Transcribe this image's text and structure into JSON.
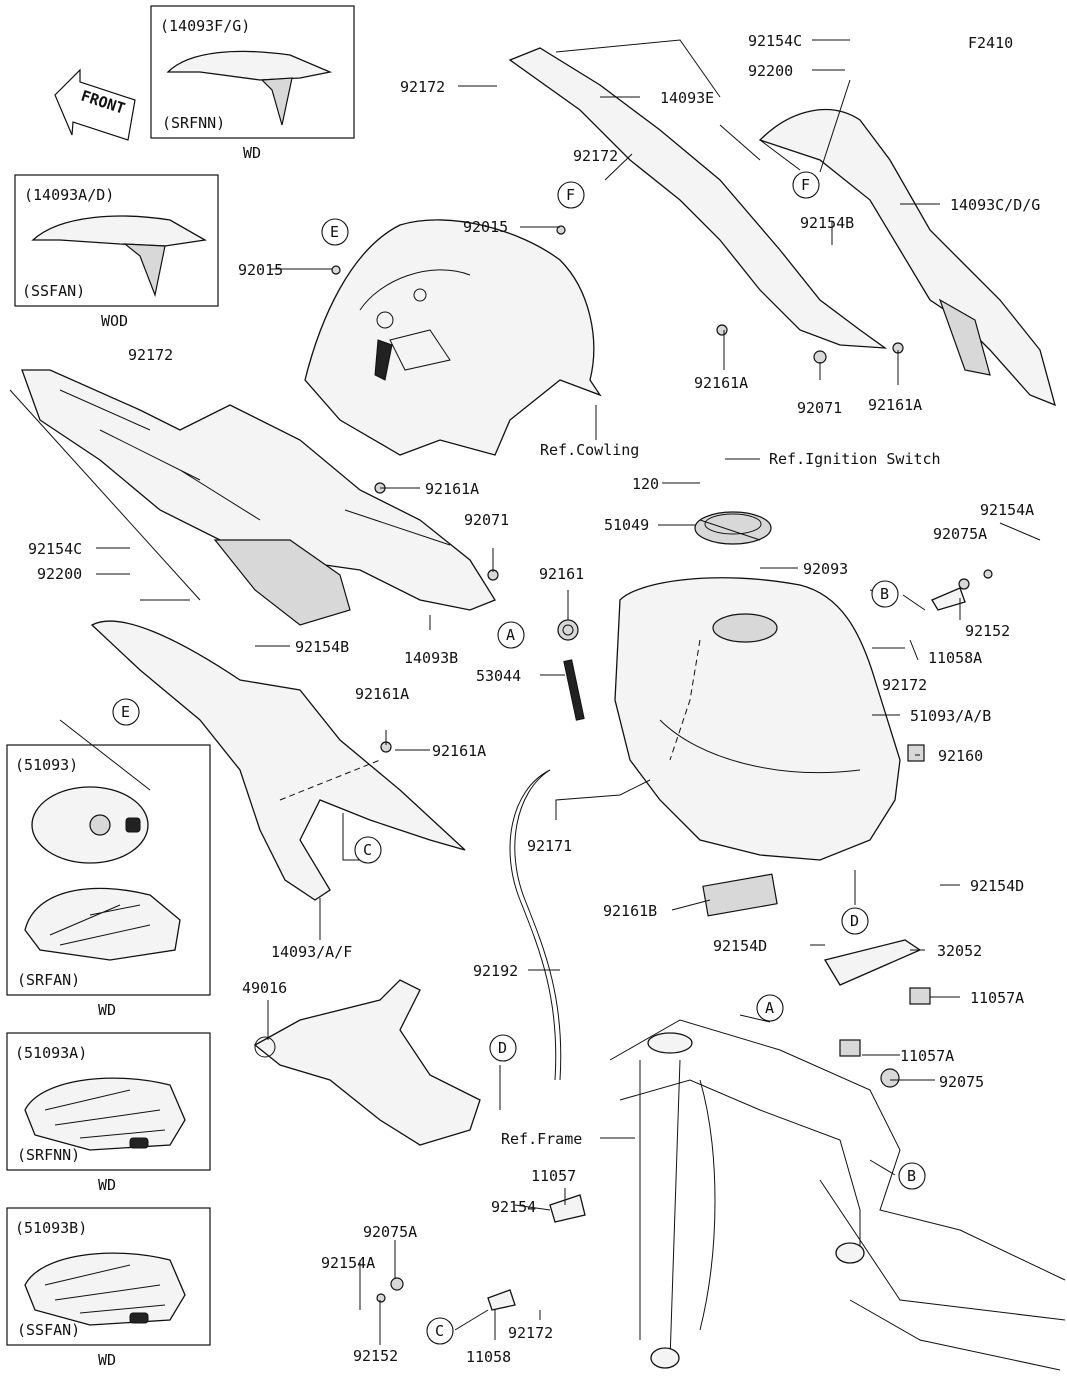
{
  "figure_code": "F2410",
  "front_arrow": "FRONT",
  "variant_boxes": [
    {
      "title": "(14093F/G)",
      "tag": "(SRFNN)",
      "caption": "WD"
    },
    {
      "title": "(14093A/D)",
      "tag": "(SSFAN)",
      "caption": "WOD"
    },
    {
      "title": "(51093)",
      "tag": "(SRFAN)",
      "caption": "WD"
    },
    {
      "title": "(51093A)",
      "tag": "(SRFNN)",
      "caption": "WD"
    },
    {
      "title": "(51093B)",
      "tag": "(SSFAN)",
      "caption": "WD"
    }
  ],
  "callouts": [
    "A",
    "B",
    "C",
    "D",
    "E",
    "F"
  ],
  "part_labels": {
    "p92154C_top": "92154C",
    "p92200_top": "92200",
    "p92172_top": "92172",
    "p14093E": "14093E",
    "p92172_mid": "92172",
    "p92015_mid": "92015",
    "p14093CDG": "14093C/D/G",
    "p92154B_right": "92154B",
    "p92015_left": "92015",
    "p92161A_r1": "92161A",
    "p92071_right": "92071",
    "p92161A_r2": "92161A",
    "ref_cowling": "Ref.Cowling",
    "p92172_left": "92172",
    "ref_ignition": "Ref.Ignition Switch",
    "p120": "120",
    "p92161A_l1": "92161A",
    "p51049": "51049",
    "p92154A_r": "92154A",
    "p92071_left": "92071",
    "p92075A_r": "92075A",
    "p92154C_left": "92154C",
    "p92093": "92093",
    "p92200_left": "92200",
    "p92161": "92161",
    "p92154B_left": "92154B",
    "p14093B": "14093B",
    "p92152_r": "92152",
    "p53044": "53044",
    "p11058A": "11058A",
    "p92172_r": "92172",
    "p51093AB": "51093/A/B",
    "p92161A_l2": "92161A",
    "p92161A_l3": "92161A",
    "p92160": "92160",
    "p92171": "92171",
    "p92154D_1": "92154D",
    "p92161B": "92161B",
    "p92154D_2": "92154D",
    "p32052": "32052",
    "p14093AF": "14093/A/F",
    "p11057A_1": "11057A",
    "p92192": "92192",
    "p49016": "49016",
    "p11057A_2": "11057A",
    "p92075": "92075",
    "ref_frame": "Ref.Frame",
    "p11057": "11057",
    "p92154": "92154",
    "p92075A_b": "92075A",
    "p92154A_b": "92154A",
    "p92152_b": "92152",
    "p92172_b": "92172",
    "p11058": "11058"
  },
  "colors": {
    "line": "#111111",
    "background": "#ffffff",
    "part_fill": "#f4f4f4"
  }
}
